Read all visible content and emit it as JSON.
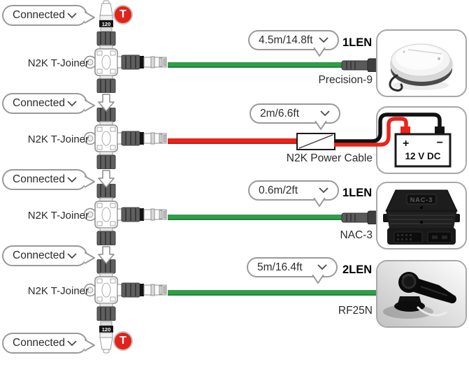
{
  "backbone": {
    "terminators": {
      "top": {
        "marking": "120",
        "badge": "T"
      },
      "bottom": {
        "marking": "120",
        "badge": "T"
      }
    },
    "joiners": [
      {
        "label": "N2K T-Joiner"
      },
      {
        "label": "N2K T-Joiner"
      },
      {
        "label": "N2K T-Joiner"
      },
      {
        "label": "N2K T-Joiner"
      }
    ],
    "connections": [
      {
        "status": "Connected"
      },
      {
        "status": "Connected"
      },
      {
        "status": "Connected"
      },
      {
        "status": "Connected"
      },
      {
        "status": "Connected"
      }
    ]
  },
  "branches": [
    {
      "length": "4.5m/14.8ft",
      "len_count": "1LEN",
      "device": "Precision-9"
    },
    {
      "length": "2m/6.6ft",
      "len_count": "",
      "device": "N2K Power Cable",
      "battery": {
        "plus": "+",
        "minus": "−",
        "label": "12 V DC"
      }
    },
    {
      "length": "0.6m/2ft",
      "len_count": "1LEN",
      "device": "NAC-3",
      "device_marking": "NAC-3"
    },
    {
      "length": "5m/16.4ft",
      "len_count": "2LEN",
      "device": "RF25N"
    }
  ],
  "icons": {
    "chevron_down": "∨",
    "backbone_arrow": "↓"
  },
  "colors": {
    "cable_green": "#2f9e48",
    "cable_red": "#e8241c",
    "badge_red": "#e2231a"
  }
}
